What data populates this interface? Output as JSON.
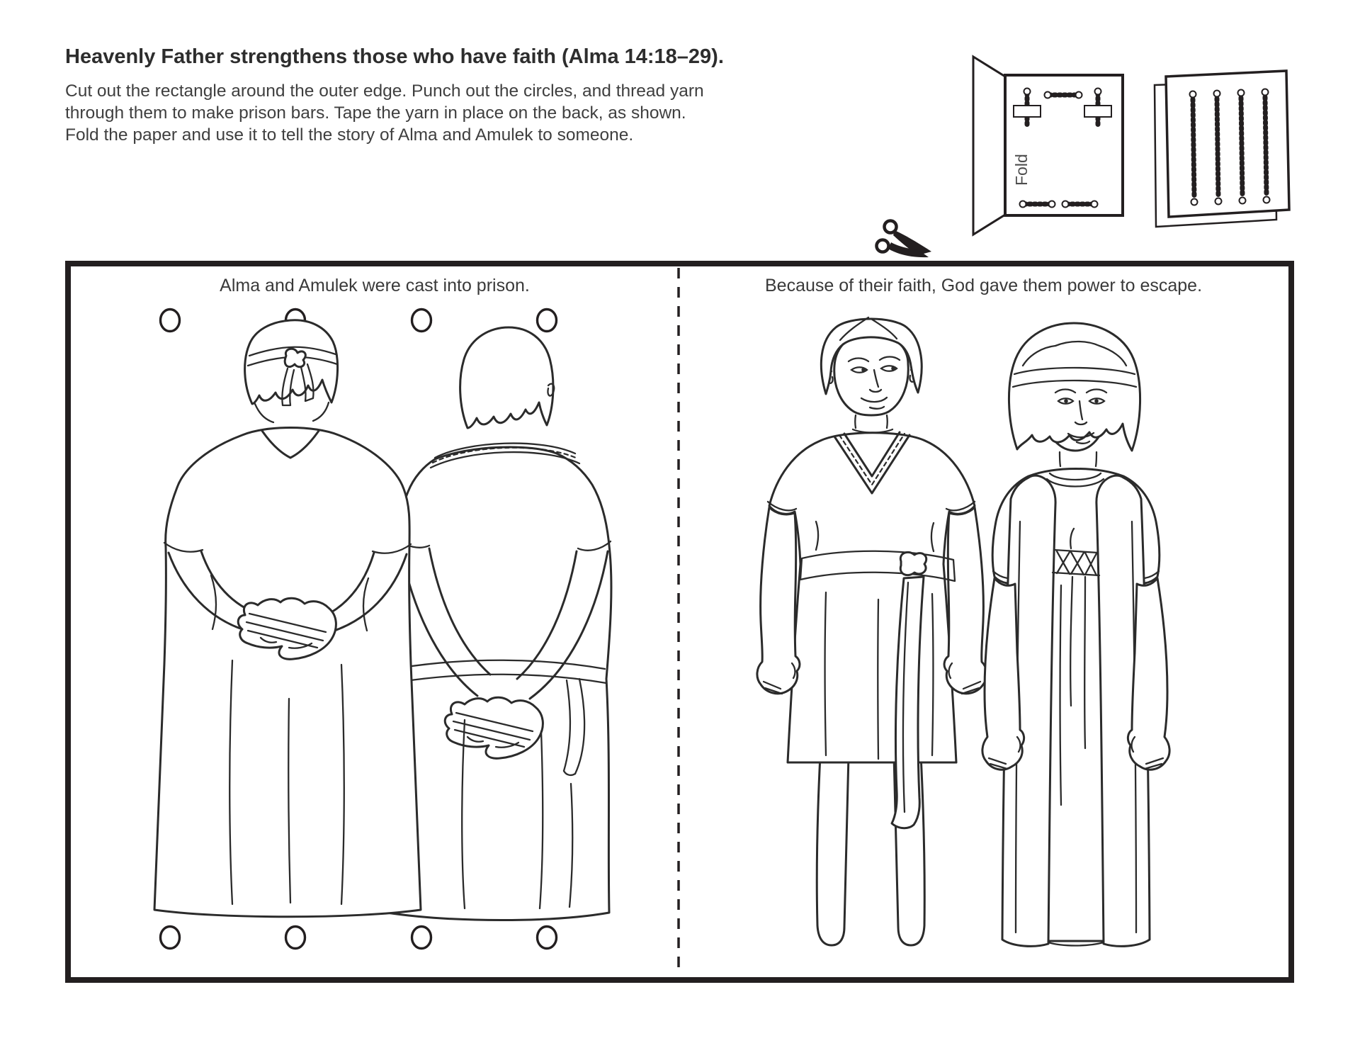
{
  "colors": {
    "ink": "#231f20",
    "title_text": "#2d2d2d",
    "body_text": "#3f3f3f",
    "caption_text": "#3a3a3a",
    "fold_label_text": "#4d4d4d",
    "background": "#ffffff"
  },
  "header": {
    "title": "Heavenly Father strengthens those who have faith (Alma 14:18–29).",
    "instructions": "Cut out the rectangle around the outer edge. Punch out the circles, and thread yarn through them to make prison bars. Tape the yarn in place on the back, as shown. Fold the paper and use it to tell the story of Alma and Amulek to someone."
  },
  "fold_diagrams": {
    "fold_label": "Fold",
    "back_diagram_meaning": "back of folded paper with yarn ends taped",
    "front_diagram_meaning": "front of folded paper with four yarn prison bars"
  },
  "board": {
    "left_caption": "Alma and Amulek were cast into prison.",
    "right_caption": "Because of their faith, God gave them power to escape.",
    "punch_hole_count": 8
  },
  "icons": {
    "scissors": "scissors-icon"
  }
}
